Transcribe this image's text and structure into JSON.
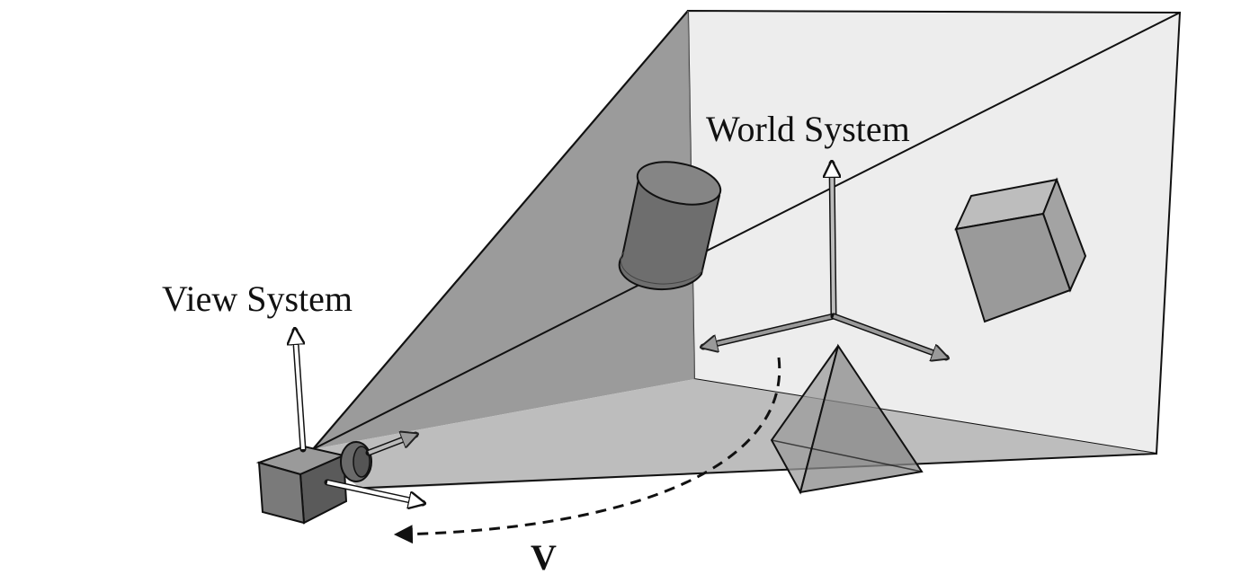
{
  "labels": {
    "world_system": "World System",
    "view_system": "View System",
    "transform": "V"
  },
  "colors": {
    "background": "#ffffff",
    "back_wall": "#ededed",
    "left_wall": "#9b9b9b",
    "floor": "#b8b8b8",
    "edge": "#111111",
    "object_dark": "#6f6f6f",
    "object_mid": "#8a8a8a",
    "object_light": "#c4c4c4"
  }
}
